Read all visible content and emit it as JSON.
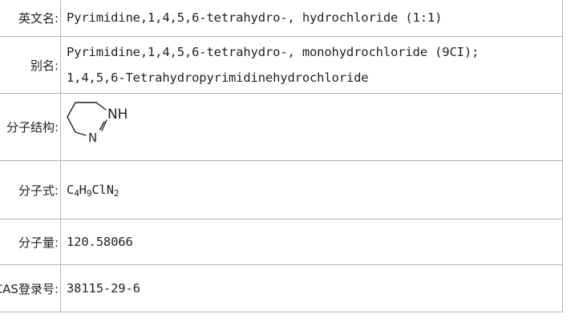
{
  "rows": {
    "english_name": {
      "label": "英文名:",
      "value": "Pyrimidine,1,4,5,6-tetrahydro-, hydrochloride (1:1)"
    },
    "aliases": {
      "label": "别名:",
      "values": [
        "Pyrimidine,1,4,5,6-tetrahydro-, monohydrochloride (9CI);",
        "1,4,5,6-Tetrahydropyrimidinehydrochloride"
      ]
    },
    "structure": {
      "label": "分子结构:",
      "atom_nh": "NH",
      "atom_n": "N"
    },
    "formula": {
      "label": "分子式:",
      "parts": [
        {
          "el": "C",
          "n": "4"
        },
        {
          "el": "H",
          "n": "9"
        },
        {
          "el": "ClN",
          "n": "2"
        }
      ]
    },
    "weight": {
      "label": "分子量:",
      "value": "120.58066"
    },
    "cas": {
      "label": "CAS登录号:",
      "value": "38115-29-6"
    }
  }
}
